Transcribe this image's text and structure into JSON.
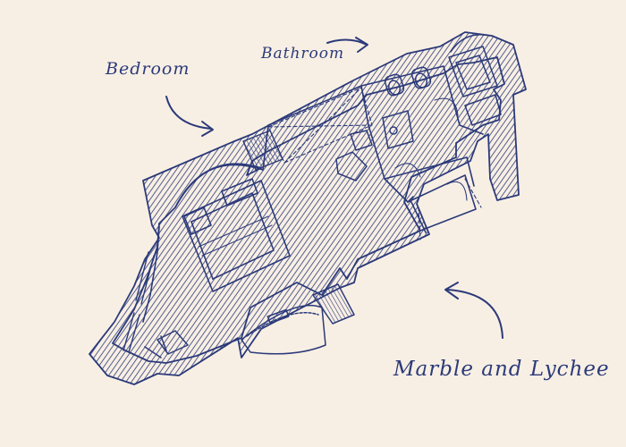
{
  "labels": {
    "bedroom": "Bedroom",
    "bathroom": "Bathroom",
    "suite_name": "Marble and Lychee"
  },
  "colors": {
    "ink": "#2b3a7a",
    "paper": "#f8efe4"
  }
}
